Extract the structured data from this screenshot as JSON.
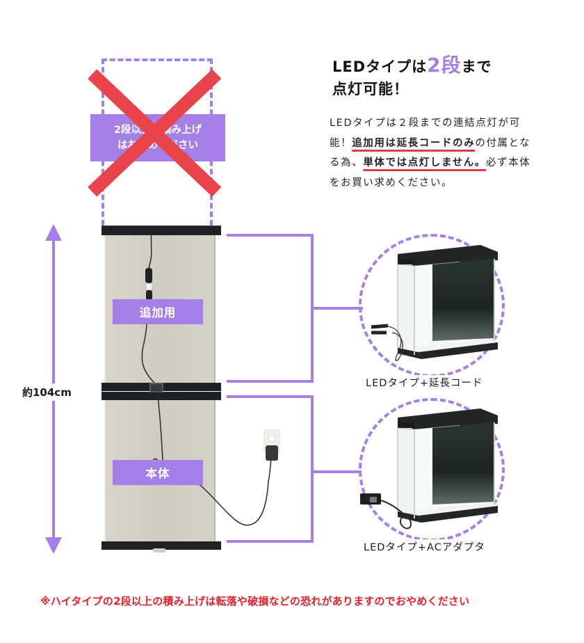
{
  "headline": {
    "line1_before": "LEDタイプは",
    "line1_accent": "2段",
    "line1_after": "まで",
    "line2": "点灯可能！"
  },
  "description": {
    "part1": "LEDタイプは２段までの連結点灯が可能！",
    "emph1": "追加用は延長コードのみ",
    "part2": "の付属となる為、",
    "emph2": "単体では点灯しません。",
    "part3": "必ず本体をお買い求めください。"
  },
  "ghost_stack": {
    "label_line1": "2段以上の積み上げ",
    "label_line2": "はおやめください"
  },
  "stack": {
    "upper_label": "追加用",
    "lower_label": "本体",
    "height_label": "約104cm"
  },
  "products": [
    {
      "caption": "LEDタイプ+延長コード",
      "accessory": "extension-cord"
    },
    {
      "caption": "LEDタイプ+ACアダプタ",
      "accessory": "ac-adapter"
    }
  ],
  "footer_note": "※ハイタイプの2段以上の積み上げは転落や破損などの恐れがありますのでおやめください",
  "colors": {
    "accent_purple": "#a57fe6",
    "warning_red": "#e8202a",
    "cross_red": "#e8424a",
    "underline_red": "#e03b45"
  }
}
